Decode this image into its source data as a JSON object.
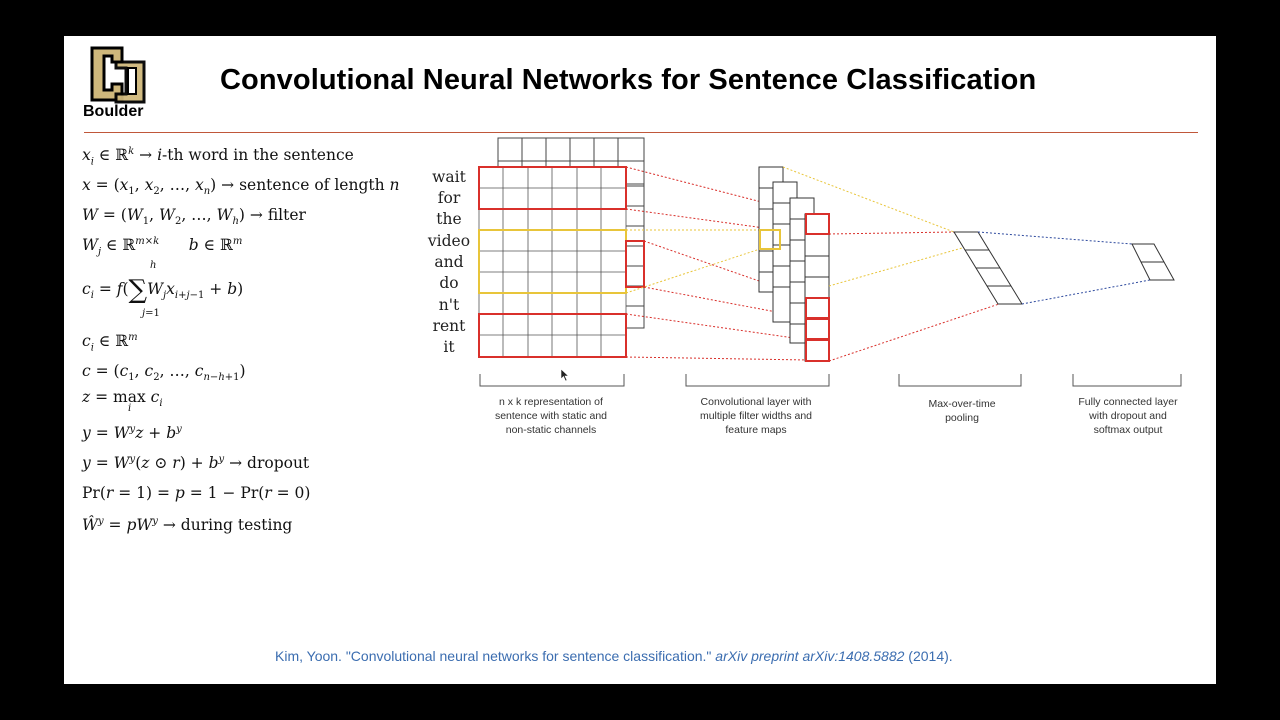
{
  "slide": {
    "logo_text": "Boulder",
    "title": "Convolutional Neural Networks for Sentence Classification"
  },
  "equations": {
    "e1_rest": "-th word in the sentence",
    "e2_rest": "sentence of length",
    "e3_rest": "filter",
    "e10_rest": "dropout",
    "e12_rest": "during testing"
  },
  "diagram": {
    "words": [
      "wait",
      "for",
      "the",
      "video",
      "and",
      "do",
      "n't",
      "rent",
      "it"
    ],
    "captions": {
      "input": [
        "n x k representation of",
        "sentence with static and",
        "non-static channels"
      ],
      "conv": [
        "Convolutional layer with",
        "multiple filter widths and",
        "feature maps"
      ],
      "pool": [
        "Max-over-time",
        "pooling"
      ],
      "fc": [
        "Fully connected layer",
        "with dropout and",
        "softmax output"
      ]
    },
    "colors": {
      "red": "#d9302b",
      "yellow": "#e8c53a",
      "blue": "#2e4a9e",
      "grid": "#444444"
    }
  },
  "citation": {
    "authors": "Kim, Yoon. \"Convolutional neural networks for sentence classification.\"",
    "venue": "arXiv preprint arXiv:1408.5882",
    "year": "(2014)."
  }
}
